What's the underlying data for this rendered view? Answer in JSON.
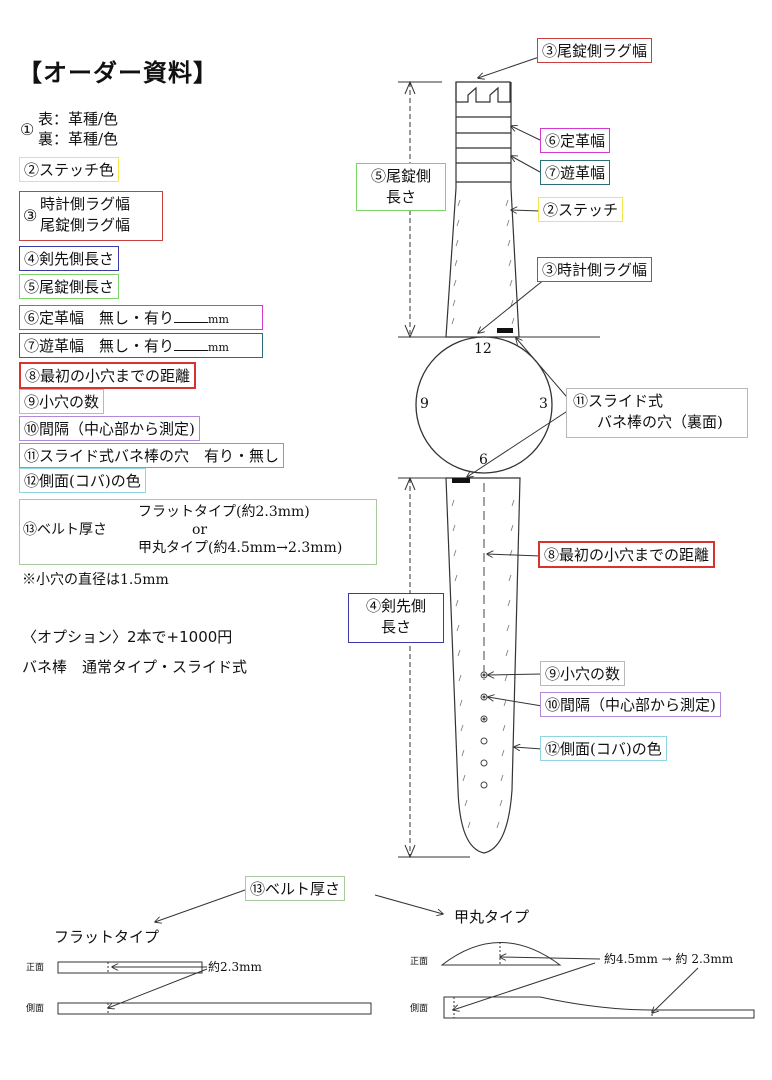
{
  "title": "【オーダー資料】",
  "colors": {
    "yellow": "#f2e64a",
    "red": "#c9413f",
    "blue": "#3b3aa6",
    "green": "#7cd36a",
    "magenta": "#d438d0",
    "teal": "#2a6e78",
    "strong_red": "#d8332f",
    "purple": "#b08ad8",
    "gray": "#9a9a9a",
    "cyan": "#8fd6e4",
    "light_gray": "#b8b8b8",
    "green_gray": "#a9c9a0"
  },
  "items": {
    "i1_num": "①",
    "i1_line1": "表：革種/色",
    "i1_line2": "裏：革種/色",
    "i2": "②ステッチ色",
    "i3_num": "③",
    "i3_line1": "時計側ラグ幅",
    "i3_line2": "尾錠側ラグ幅",
    "i4": "④剣先側長さ",
    "i5": "⑤尾錠側長さ",
    "i6_label": "⑥定革幅　無し・有り",
    "i6_unit": "mm",
    "i7_label": "⑦遊革幅　無し・有り",
    "i7_unit": "mm",
    "i8": "⑧最初の小穴までの距離",
    "i9": "⑨小穴の数",
    "i10": "⑩間隔（中心部から測定)",
    "i11": "⑪スライド式バネ棒の穴　有り・無し",
    "i12": "⑫側面(コバ)の色",
    "i13_label": "⑬ベルト厚さ",
    "i13_flat": "フラットタイプ(約2.3mm)",
    "i13_or": "or",
    "i13_round": "甲丸タイプ(約4.5mm→2.3mm)"
  },
  "note_hole": "※小穴の直径は1.5mm",
  "option_line": "〈オプション〉2本で+1000円",
  "springbar_line": "バネ棒　通常タイプ・スライド式",
  "diagram": {
    "c3_buckle_lug": "③尾錠側ラグ幅",
    "c6_keeper": "⑥定革幅",
    "c7_loop": "⑦遊革幅",
    "c5_line1": "⑤尾錠側",
    "c5_line2": "長さ",
    "c2_stitch": "②ステッチ",
    "c3_watch_lug": "③時計側ラグ幅",
    "c11_line1": "⑪スライド式",
    "c11_line2": "バネ棒の穴（裏面)",
    "c8_first_hole": "⑧最初の小穴までの距離",
    "c4_line1": "④剣先側",
    "c4_line2": "長さ",
    "c9_holes": "⑨小穴の数",
    "c10_interval": "⑩間隔（中心部から測定)",
    "c12_edge": "⑫側面(コバ)の色",
    "dial_12": "12",
    "dial_3": "3",
    "dial_6": "6",
    "dial_9": "9"
  },
  "thickness": {
    "c13": "⑬ベルト厚さ",
    "flat_label": "フラットタイプ",
    "round_label": "甲丸タイプ",
    "front": "正面",
    "side": "側面",
    "flat_note": "約2.3mm",
    "round_note": "約4.5mm → 約 2.3mm"
  }
}
